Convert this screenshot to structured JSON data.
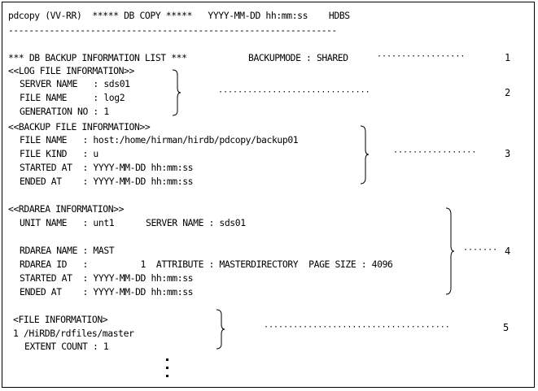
{
  "header": {
    "line": "pdcopy (VV-RR)  ***** DB COPY *****   YYYY-MM-DD hh:mm:ss    HDBS",
    "rule": "----------------------------------------------------------------"
  },
  "list_title": "*** DB BACKUP INFORMATION LIST ***",
  "backup_mode": "BACKUPMODE : SHARED",
  "log_file": {
    "heading": "<<LOG FILE INFORMATION>>",
    "server_name": "SERVER NAME   : sds01",
    "file_name": "FILE NAME     : log2",
    "generation_no": "GENERATION NO : 1"
  },
  "backup_file": {
    "heading": "<<BACKUP FILE INFORMATION>>",
    "file_name": "FILE NAME   : host:/home/hirman/hirdb/pdcopy/backup01",
    "file_kind": "FILE KIND   : u",
    "started_at": "STARTED AT  : YYYY-MM-DD hh:mm:ss",
    "ended_at": "ENDED AT    : YYYY-MM-DD hh:mm:ss"
  },
  "rdarea": {
    "heading": "<<RDAREA INFORMATION>>",
    "unit_server": "UNIT NAME   : unt1      SERVER NAME : sds01",
    "rdarea_name": "RDAREA NAME : MAST",
    "rdarea_id": "RDAREA ID   :          1  ATTRIBUTE : MASTERDIRECTORY  PAGE SIZE : 4096",
    "started_at": "STARTED AT  : YYYY-MM-DD hh:mm:ss",
    "ended_at": "ENDED AT    : YYYY-MM-DD hh:mm:ss"
  },
  "file_info": {
    "heading": "<FILE INFORMATION>",
    "path": "1 /HiRDB/rdfiles/master",
    "extent_count": "EXTENT COUNT : 1"
  },
  "callouts": [
    "1",
    "2",
    "3",
    "4",
    "5"
  ],
  "leaders": {
    "l1": "··················",
    "l2": "·······························",
    "l3": "·················",
    "l4": "·······",
    "l5": "······································"
  }
}
